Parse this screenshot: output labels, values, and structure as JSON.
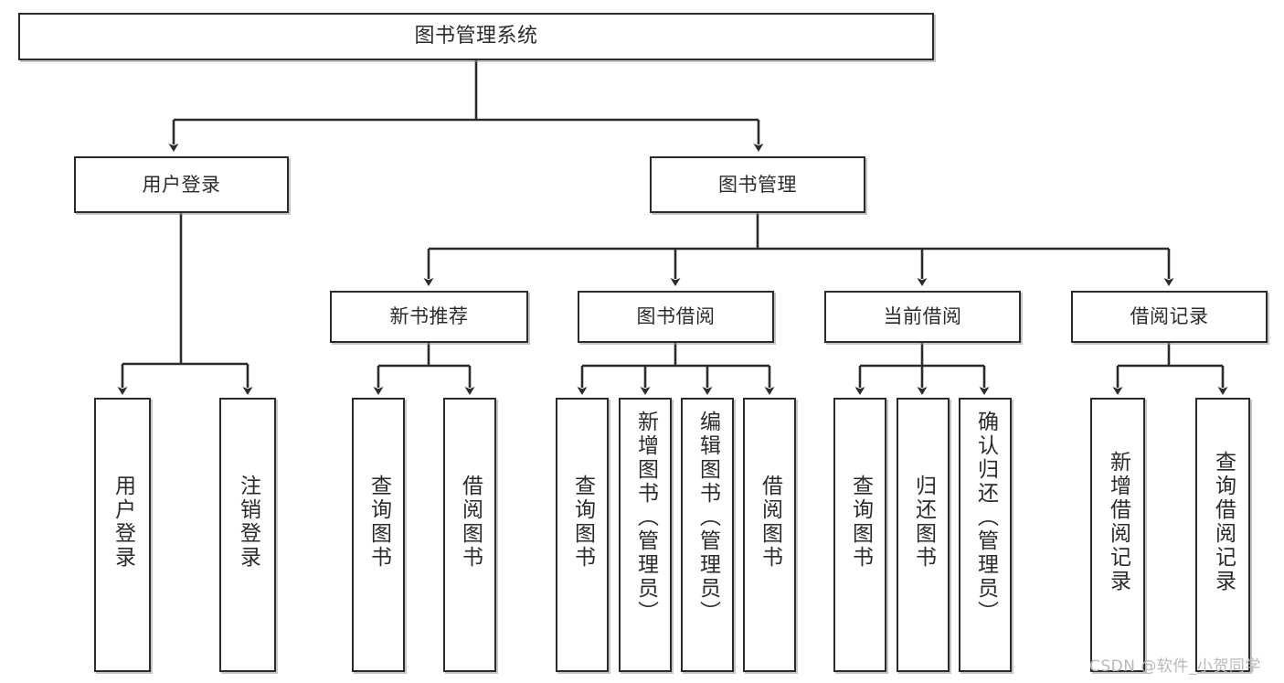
{
  "diagram": {
    "type": "tree",
    "title": "图书管理系统",
    "colors": {
      "box_border": "#2b2b2b",
      "box_fill": "#ffffff",
      "line": "#2b2b2b",
      "text": "#2b2b2b",
      "watermark": "#b9b9b9",
      "background": "#ffffff"
    },
    "root": {
      "label": "图书管理系统"
    },
    "level2": [
      {
        "label": "用户登录"
      },
      {
        "label": "图书管理"
      }
    ],
    "level3": [
      {
        "label": "新书推荐"
      },
      {
        "label": "图书借阅"
      },
      {
        "label": "当前借阅"
      },
      {
        "label": "借阅记录"
      }
    ],
    "leaves": {
      "user_login": [
        {
          "label": "用户登录"
        },
        {
          "label": "注销登录"
        }
      ],
      "new_book": [
        {
          "label": "查询图书"
        },
        {
          "label": "借阅图书"
        }
      ],
      "book_borrow": [
        {
          "label": "查询图书"
        },
        {
          "label": "新增图书（管理员）"
        },
        {
          "label": "编辑图书（管理员）"
        },
        {
          "label": "借阅图书"
        }
      ],
      "current_borrow": [
        {
          "label": "查询图书"
        },
        {
          "label": "归还图书"
        },
        {
          "label": "确认归还（管理员）"
        }
      ],
      "borrow_record": [
        {
          "label": "新增借阅记录"
        },
        {
          "label": "查询借阅记录"
        }
      ]
    }
  },
  "watermark": {
    "text": "CSDN @软件_小贺同学"
  }
}
